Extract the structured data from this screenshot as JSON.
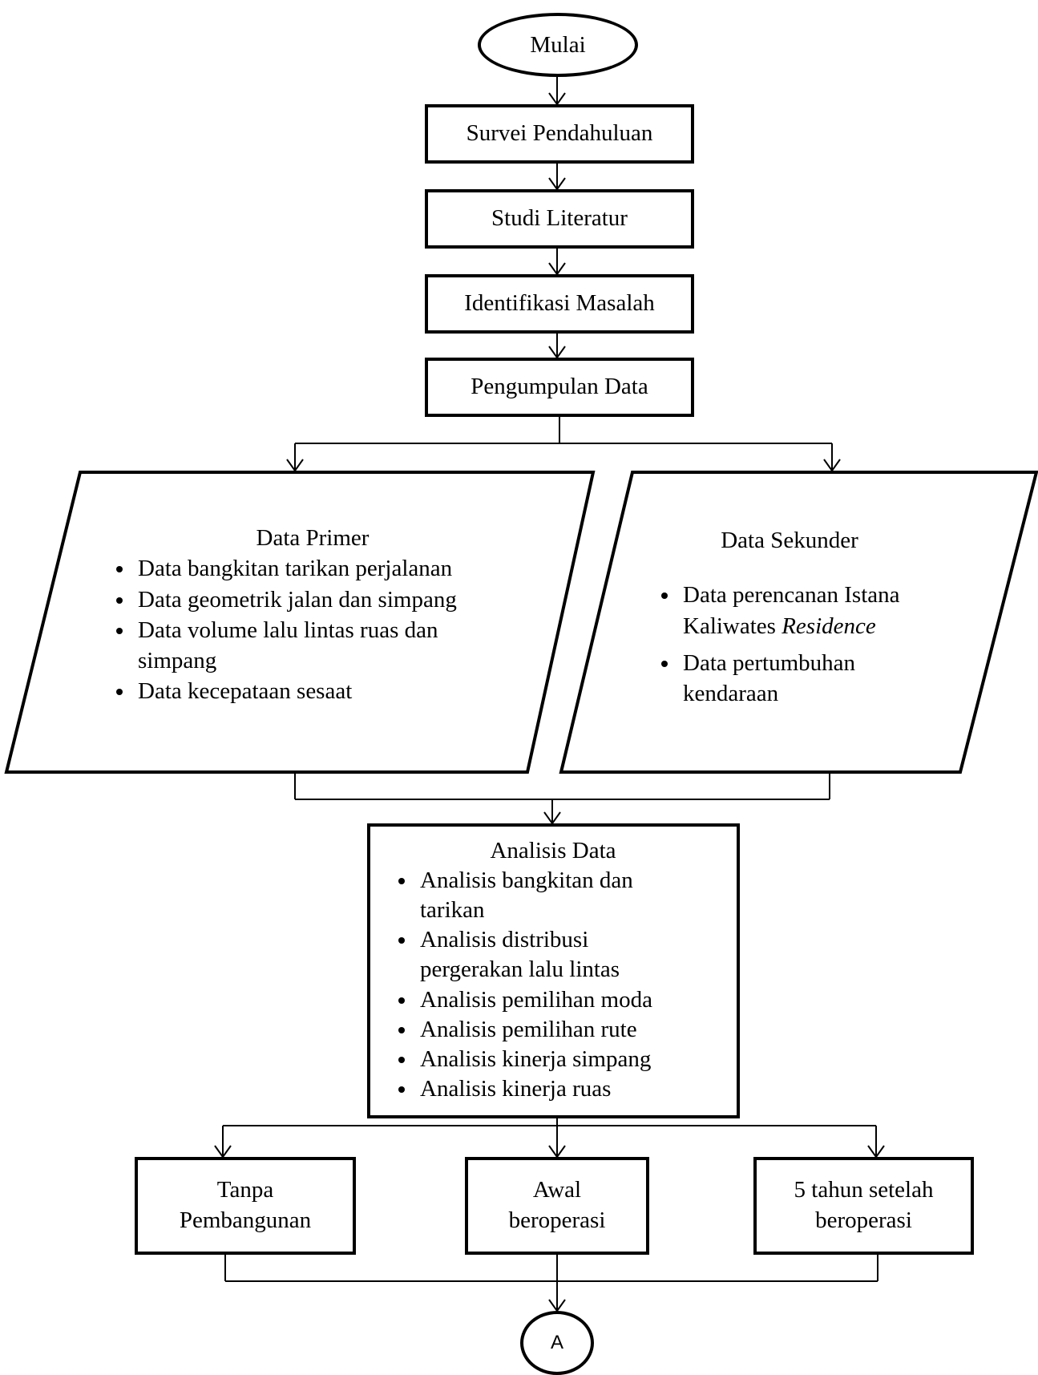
{
  "flowchart": {
    "start": "Mulai",
    "steps": [
      "Survei Pendahuluan",
      "Studi Literatur",
      "Identifikasi Masalah",
      "Pengumpulan Data"
    ],
    "data_primer": {
      "title": "Data Primer",
      "items": [
        "Data bangkitan tarikan perjalanan",
        "Data geometrik jalan dan simpang",
        "Data volume lalu lintas ruas dan simpang",
        "Data kecepataan sesaat"
      ]
    },
    "data_sekunder": {
      "title": "Data Sekunder",
      "item1_text": "Data perencanan Istana Kaliwates ",
      "item1_italic": "Residence",
      "item2": "Data pertumbuhan kendaraan"
    },
    "analisis": {
      "title": "Analisis Data",
      "items": [
        "Analisis bangkitan dan tarikan",
        "Analisis distribusi pergerakan lalu lintas",
        "Analisis pemilihan moda",
        "Analisis pemilihan rute",
        "Analisis kinerja simpang",
        "Analisis kinerja ruas"
      ]
    },
    "scenarios": [
      "Tanpa Pembangunan",
      "Awal beroperasi",
      "5 tahun setelah beroperasi"
    ],
    "connector": "A"
  }
}
